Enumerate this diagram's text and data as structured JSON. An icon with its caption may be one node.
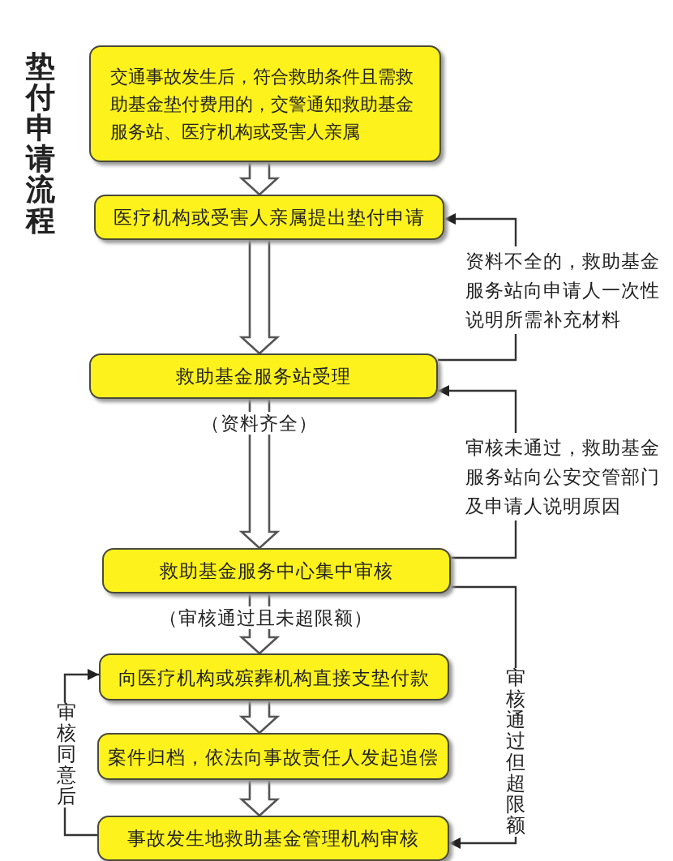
{
  "diagram": {
    "title": "垫付申请流程",
    "nodes": [
      {
        "text": [
          "交通事故发生后，符合救助条件且需救助基金垫付费用的，交警通知救助基金服务站、医疗机构或受害人亲属"
        ]
      },
      {
        "text": [
          "医疗机构或受害人亲属提出垫付申请"
        ]
      },
      {
        "text": [
          "救助基金服务站受理"
        ]
      },
      {
        "text": [
          "救助基金服务中心集中审核"
        ]
      },
      {
        "text": [
          "向医疗机构或殡葬机构直接支垫付款"
        ]
      },
      {
        "text": [
          "案件归档，依法向事故责任人发起追偿"
        ]
      },
      {
        "text": [
          "事故发生地救助基金管理机构审核"
        ]
      }
    ],
    "edges": [
      {
        "from": 0,
        "to": 1,
        "arrow": "to"
      },
      {
        "from": 1,
        "to": 2,
        "arrow": "to"
      },
      {
        "from": 2,
        "to": 3,
        "arrow": "to",
        "label": "（资料齐全）"
      },
      {
        "from": 3,
        "to": 4,
        "arrow": "to",
        "label": "（审核通过且未超限额）"
      },
      {
        "from": 4,
        "to": 5,
        "arrow": "to"
      },
      {
        "from": 5,
        "to": 6,
        "arrow": "to"
      },
      {
        "from": 2,
        "to": 1,
        "arrow": "to",
        "label": "资料不全的，救助基金服务站向申请人一次性说明所需补充材料"
      },
      {
        "from": 3,
        "to": 2,
        "arrow": "to",
        "label": "审核未通过，救助基金服务站向公安交管部门及申请人说明原因"
      },
      {
        "from": 3,
        "to": 6,
        "arrow": "to",
        "label": "审核通过但超限额"
      },
      {
        "from": 6,
        "to": 4,
        "arrow": "to",
        "label": "审核同意后"
      }
    ]
  }
}
